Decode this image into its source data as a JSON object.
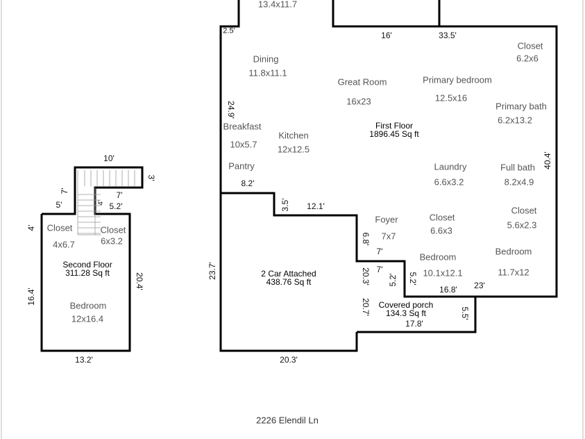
{
  "address": "2226 Elendil Ln",
  "first_floor": {
    "label": "First Floor",
    "area": "1896.45 Sq ft",
    "rooms": [
      {
        "name": "",
        "size": "13.4x11.7"
      },
      {
        "name": "Dining",
        "size": "11.8x11.1"
      },
      {
        "name": "Great Room",
        "size": "16x23"
      },
      {
        "name": "Primary bedroom",
        "size": "12.5x16"
      },
      {
        "name": "Closet",
        "size": "6.2x6"
      },
      {
        "name": "Primary bath",
        "size": "6.2x13.2"
      },
      {
        "name": "Breakfast",
        "size": "10x5.7"
      },
      {
        "name": "Kitchen",
        "size": "12x12.5"
      },
      {
        "name": "Pantry",
        "size": ""
      },
      {
        "name": "Laundry",
        "size": "6.6x3.2"
      },
      {
        "name": "Full bath",
        "size": "8.2x4.9"
      },
      {
        "name": "Foyer",
        "size": "7x7"
      },
      {
        "name": "Closet",
        "size": "6.6x3"
      },
      {
        "name": "Closet",
        "size": "5.6x2.3"
      },
      {
        "name": "Bedroom",
        "size": "10.1x12.1"
      },
      {
        "name": "Bedroom",
        "size": "11.7x12"
      }
    ],
    "dimensions": [
      "2.5'",
      "16'",
      "33.5'",
      "24.9'",
      "8.2'",
      "3.5'",
      "12.1'",
      "40.4'",
      "6.8'",
      "7'",
      "7'",
      "5.2'",
      "5.2'",
      "23'",
      "20.3'",
      "20.7'",
      "16.8'",
      "17.8'",
      "5.5'",
      "23.7'",
      "20.3'"
    ]
  },
  "garage": {
    "label": "2 Car Attached",
    "area": "438.76 Sq ft"
  },
  "porch": {
    "label": "Covered porch",
    "area": "134.3 Sq ft"
  },
  "second_floor": {
    "label": "Second Floor",
    "area": "311.28 Sq ft",
    "rooms": [
      {
        "name": "Closet",
        "size": "4x6.7"
      },
      {
        "name": "Closet",
        "size": "6x3.2"
      },
      {
        "name": "Bedroom",
        "size": "12x16.4"
      }
    ],
    "dimensions": [
      "10'",
      "3'",
      "7'",
      "7'",
      "5'",
      "4'",
      "5.2'",
      "4'",
      "20.4'",
      "16.4'",
      "13.2'"
    ]
  }
}
